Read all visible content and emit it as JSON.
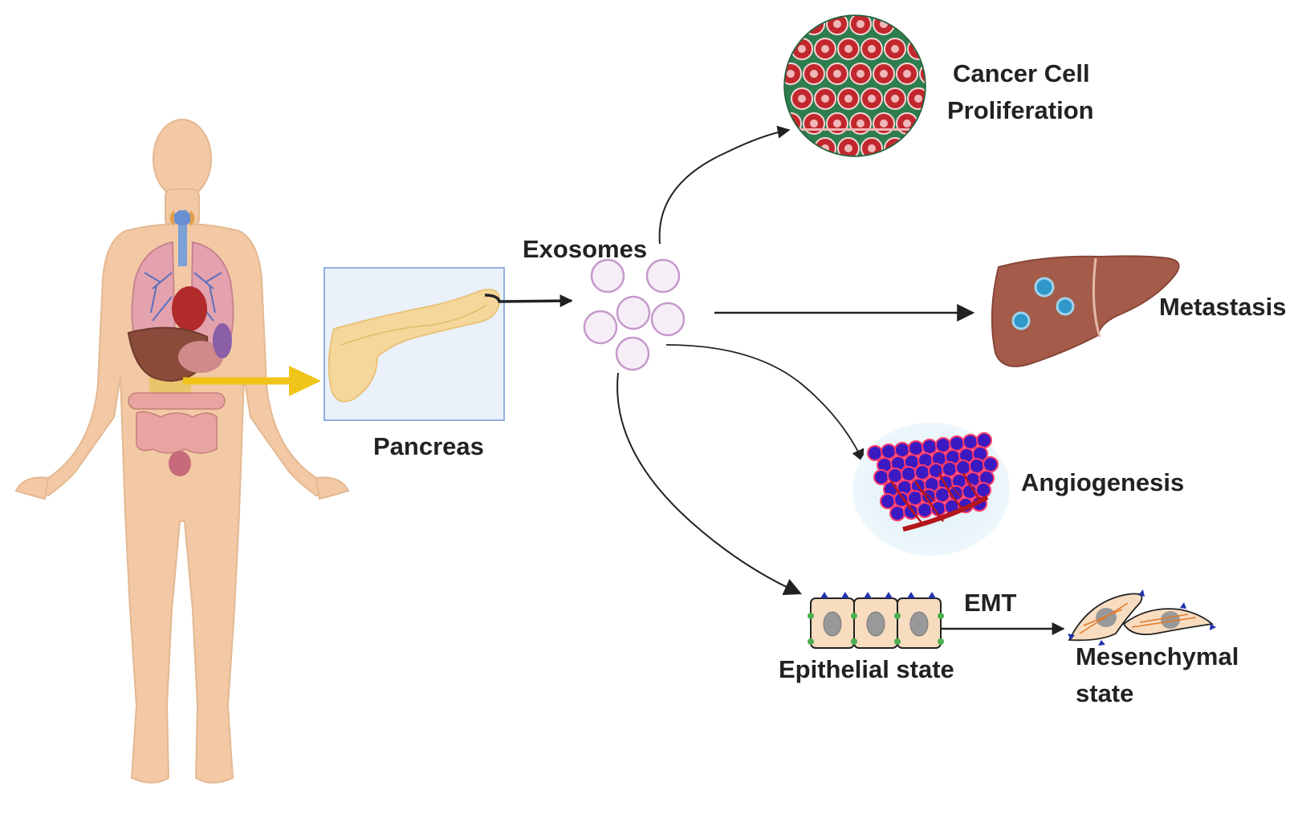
{
  "labels": {
    "exosomes": "Exosomes",
    "pancreas": "Pancreas",
    "proliferation": [
      "Cancer Cell",
      "Proliferation"
    ],
    "metastasis": "Metastasis",
    "angiogenesis": "Angiogenesis",
    "emt": "EMT",
    "epithelial": "Epithelial state",
    "mesenchymal": [
      "Mesenchymal",
      "state"
    ]
  },
  "icons": {
    "body": "human-body-icon",
    "pancreas": "pancreas-icon",
    "exosomes": "exosome-cluster-icon",
    "proliferation": "proliferating-cells-icon",
    "metastasis": "liver-metastasis-icon",
    "angiogenesis": "tumor-vasculature-icon",
    "epithelial": "epithelial-cells-icon",
    "mesenchymal": "mesenchymal-cells-icon"
  },
  "colors": {
    "skin": "#f2c9a4",
    "pancreas": "#f5d79c",
    "pancreas_box": "#eaf1fb",
    "highlight_arrow": "#f0c419",
    "arrow": "#222222",
    "exosome_fill": "#f6eef7",
    "exosome_stroke": "#c59acb",
    "cancer_cell": "#c1272d",
    "tissue_green": "#2e7d4f",
    "liver": "#a45b49",
    "metastatic_nodule": "#2f97c9",
    "tumor_cell": "#3b1ac2",
    "vessel": "#b3161b",
    "epithelial_cell": "#f8dcc0"
  }
}
